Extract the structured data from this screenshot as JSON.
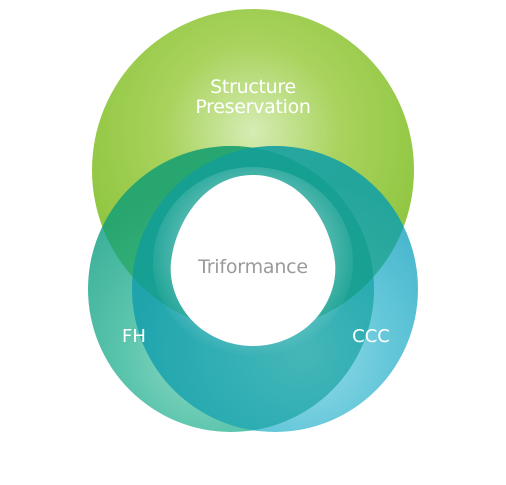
{
  "diagram": {
    "top_label_line1": "Structure",
    "top_label_line2": "Preservation",
    "left_label": "FH",
    "right_label": "CCC",
    "center_label": "Triformance"
  },
  "colors": {
    "green": "#8dc63f",
    "teal": "#2bb39a",
    "blue": "#3bb8cf",
    "center_text": "#9a9a9a",
    "label_text": "#ffffff"
  }
}
